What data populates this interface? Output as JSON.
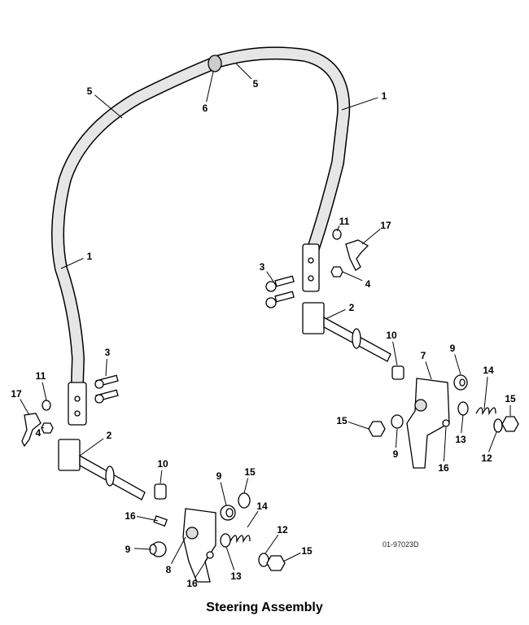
{
  "title": "Steering Assembly",
  "drawing_code": "01-97023D",
  "callouts": [
    "5",
    "6",
    "5",
    "1",
    "11",
    "17",
    "3",
    "4",
    "1",
    "2",
    "10",
    "7",
    "9",
    "3",
    "11",
    "17",
    "14",
    "15",
    "15",
    "4",
    "9",
    "13",
    "16",
    "12",
    "2",
    "10",
    "9",
    "15",
    "16",
    "14",
    "12",
    "9",
    "15",
    "8",
    "16",
    "13"
  ]
}
